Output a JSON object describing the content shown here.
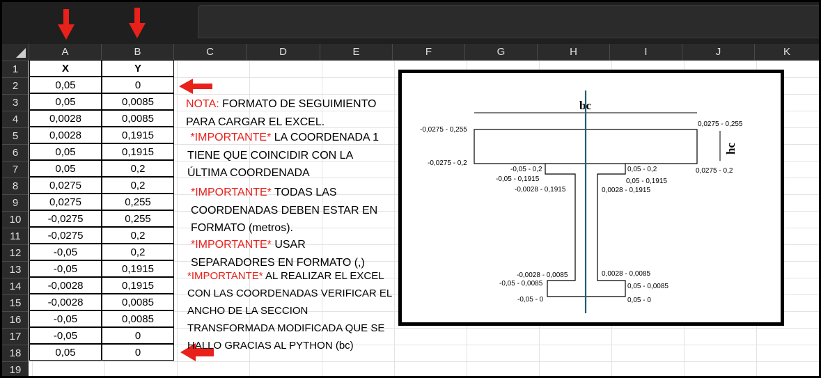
{
  "columns": [
    "A",
    "B",
    "C",
    "D",
    "E",
    "F",
    "G",
    "H",
    "I",
    "J",
    "K"
  ],
  "rows": [
    "1",
    "2",
    "3",
    "4",
    "5",
    "6",
    "7",
    "8",
    "9",
    "10",
    "11",
    "12",
    "13",
    "14",
    "15",
    "16",
    "17",
    "18",
    "19"
  ],
  "table": {
    "headers": [
      "X",
      "Y"
    ],
    "data": [
      [
        "0,05",
        "0"
      ],
      [
        "0,05",
        "0,0085"
      ],
      [
        "0,0028",
        "0,0085"
      ],
      [
        "0,0028",
        "0,1915"
      ],
      [
        "0,05",
        "0,1915"
      ],
      [
        "0,05",
        "0,2"
      ],
      [
        "0,0275",
        "0,2"
      ],
      [
        "0,0275",
        "0,255"
      ],
      [
        "-0,0275",
        "0,255"
      ],
      [
        "-0,0275",
        "0,2"
      ],
      [
        "-0,05",
        "0,2"
      ],
      [
        "-0,05",
        "0,1915"
      ],
      [
        "-0,0028",
        "0,1915"
      ],
      [
        "-0,0028",
        "0,0085"
      ],
      [
        "-0,05",
        "0,0085"
      ],
      [
        "-0,05",
        "0"
      ],
      [
        "0,05",
        "0"
      ]
    ]
  },
  "notes": {
    "n1_red": "NOTA:",
    "n1_rest": " FORMATO DE SEGUIMIENTO",
    "n1_l2": "PARA CARGAR EL EXCEL.",
    "n2_red": "*IMPORTANTE*",
    "n2_rest": " LA COORDENADA 1",
    "n2_l2": "TIENE QUE COINCIDIR CON LA",
    "n2_l3": "ÚLTIMA COORDENADA",
    "n3_red": "*IMPORTANTE*",
    "n3_rest": " TODAS LAS",
    "n3_l2": "COORDENADAS DEBEN ESTAR EN",
    "n3_l3": "FORMATO (metros).",
    "n4_red": "*IMPORTANTE*",
    "n4_rest": " USAR",
    "n4_l2": "SEPARADORES EN FORMATO (,)",
    "n5_red": "*IMPORTANTE*",
    "n5_rest": " AL REALIZAR EL EXCEL",
    "n5_l2": "CON LAS COORDENADAS VERIFICAR EL",
    "n5_l3": "ANCHO DE LA SECCION",
    "n5_l4": "TRANSFORMADA MODIFICADA QUE SE",
    "n5_l5": "HALLO GRACIAS AL PYTHON (bc)"
  },
  "diagram": {
    "bc": "bc",
    "hc": "hc",
    "labels": {
      "top_left": "-0,0275 - 0,255",
      "top_right": "0,0275 - 0,255",
      "flange_bot_left": "-0,0275 - 0,2",
      "flange_bot_right": "0,0275 - 0,2",
      "a1": "-0,05 - 0,2",
      "a2": "-0,05 - 0,1915",
      "a3": "-0,0028 - 0,1915",
      "b1": "0,05 - 0,2",
      "b2": "0,05 - 0,1915",
      "b3": "0,0028 - 0,1915",
      "c1": "-0,0028 - 0,0085",
      "c2": "-0,05 - 0,0085",
      "c3": "-0,05 - 0",
      "d1": "0,0028 - 0,0085",
      "d2": "0,05 - 0,0085",
      "d3": "0,05 - 0"
    }
  },
  "colors": {
    "accent_red": "#e8211b",
    "axis_line": "#1f5d74"
  }
}
